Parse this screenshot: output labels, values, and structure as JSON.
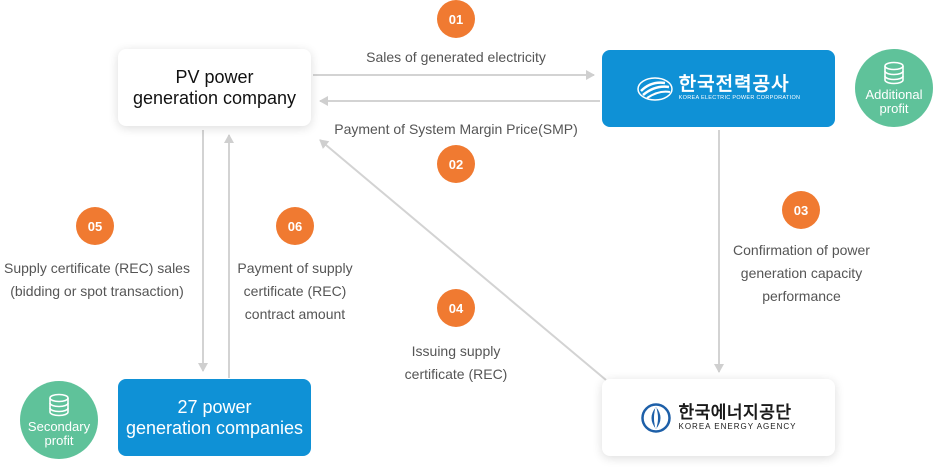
{
  "nodes": {
    "pv_company": {
      "line1": "PV power",
      "line2": "generation company"
    },
    "kepco": {
      "name_kr": "한국전력공사",
      "name_en": "KOREA ELECTRIC POWER CORPORATION"
    },
    "kea": {
      "name_kr": "한국에너지공단",
      "name_en": "KOREA ENERGY AGENCY"
    },
    "power_companies": {
      "line1": "27 power",
      "line2": "generation companies"
    }
  },
  "steps": [
    {
      "number": "01",
      "lines": [
        "Sales of generated electricity"
      ]
    },
    {
      "number": "02",
      "lines": [
        "Payment of System Margin Price(SMP)"
      ]
    },
    {
      "number": "03",
      "lines": [
        "Confirmation of power",
        "generation capacity",
        "performance"
      ]
    },
    {
      "number": "04",
      "lines": [
        "Issuing supply",
        "certificate (REC)"
      ]
    },
    {
      "number": "05",
      "lines": [
        "Supply certificate (REC) sales",
        "(bidding or spot transaction)"
      ]
    },
    {
      "number": "06",
      "lines": [
        "Payment of supply",
        "certificate (REC)",
        "contract amount"
      ]
    }
  ],
  "profits": {
    "additional": {
      "line1": "Additional",
      "line2": "profit",
      "icon": "coin-stack-icon"
    },
    "secondary": {
      "line1": "Secondary",
      "line2": "profit",
      "icon": "coin-stack-icon"
    }
  },
  "colors": {
    "badge": "#f07a31",
    "blue_box": "#0f91d6",
    "profit_circle": "#5fc29a",
    "arrow": "#d3d3d3"
  }
}
